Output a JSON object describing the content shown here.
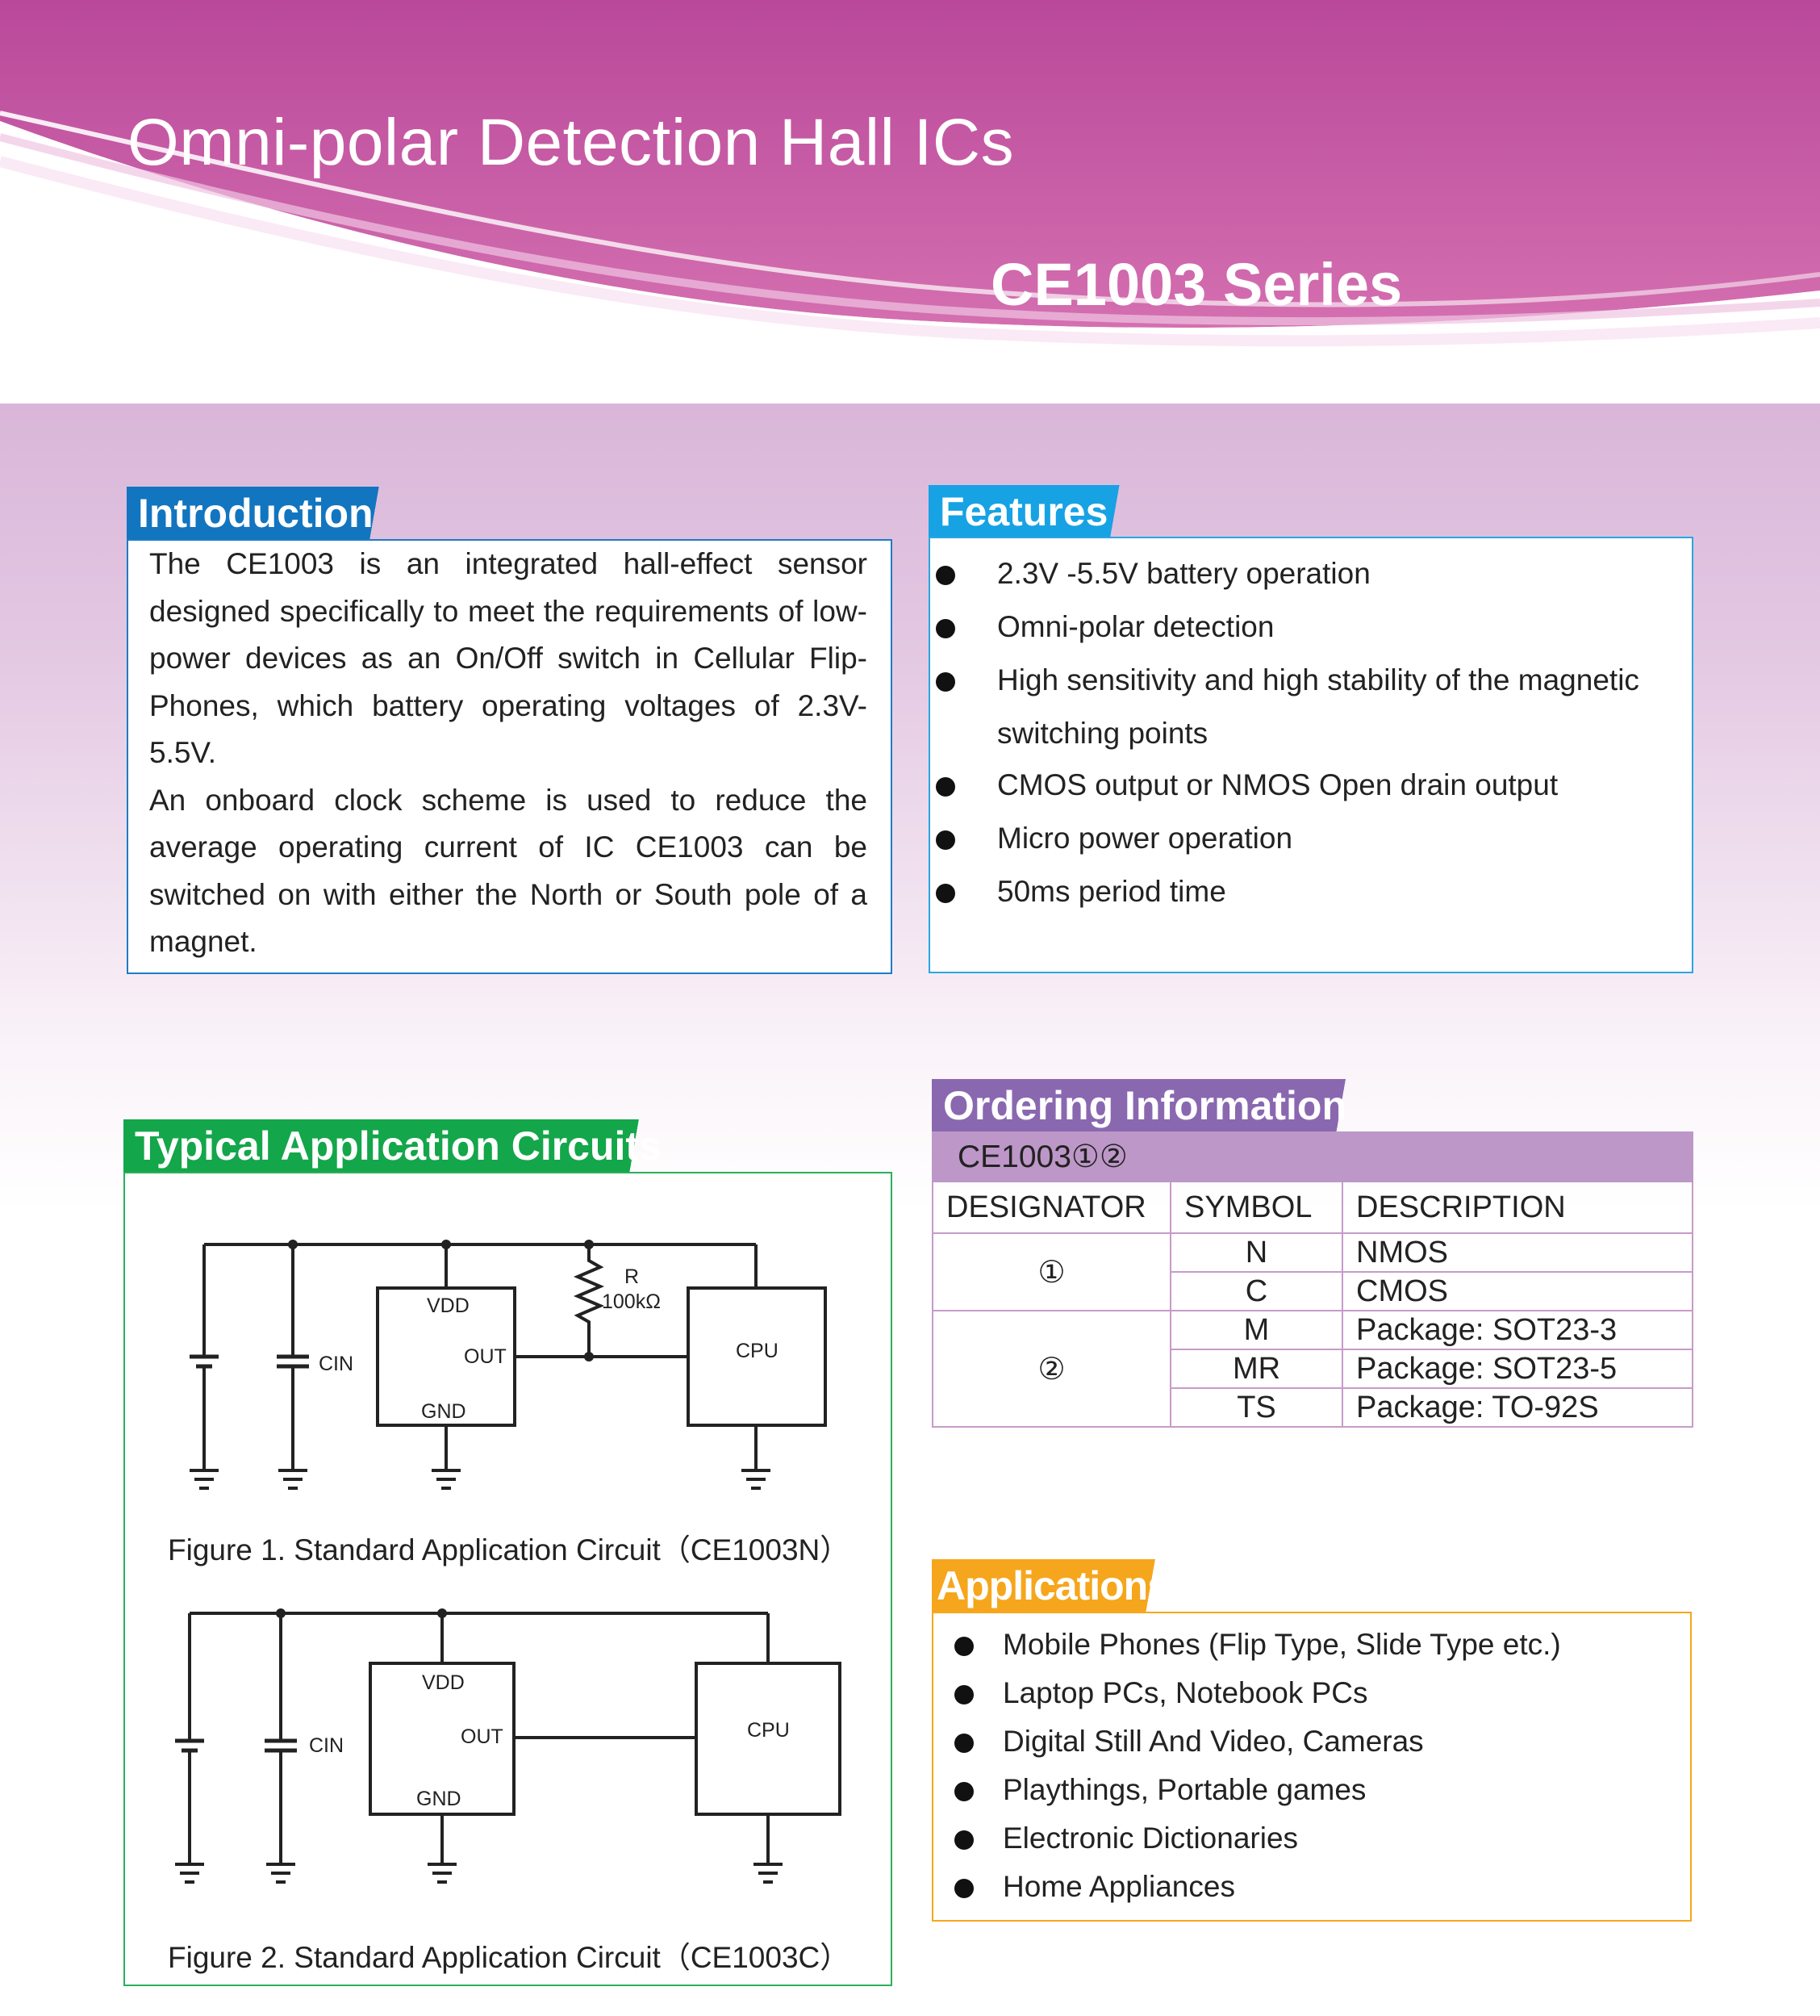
{
  "header": {
    "title": "Omni-polar Detection Hall ICs",
    "series": "CE1003 Series"
  },
  "colors": {
    "banner": "#be4f9f",
    "intro_tab": "#1275bf",
    "features_tab": "#17a2e4",
    "circuits_tab": "#14a64a",
    "ordering_tab": "#8a68b0",
    "ordering_subheader": "#bd97c8",
    "applications_tab": "#f6a61c"
  },
  "introduction": {
    "heading": "Introduction",
    "paragraph1": "The CE1003 is an integrated hall-effect sensor designed specifically to meet the requirements of low-power devices as an On/Off switch in Cellular Flip-Phones, which battery operating voltages of 2.3V-5.5V.",
    "paragraph2": "An onboard clock scheme is used to reduce the average operating current of IC CE1003 can be switched on with either the North or South pole of a magnet."
  },
  "features": {
    "heading": "Features",
    "items": [
      "2.3V -5.5V battery operation",
      "Omni-polar detection",
      "High sensitivity and high stability of the magnetic",
      "switching points",
      "CMOS output or NMOS Open drain output",
      "Micro power operation",
      "50ms period time"
    ]
  },
  "circuits": {
    "heading": "Typical Application Circuits",
    "fig1": {
      "caption": "Figure 1. Standard Application Circuit（CE1003N）",
      "cin": "CIN",
      "vdd": "VDD",
      "out": "OUT",
      "gnd": "GND",
      "cpu": "CPU",
      "r_label": "R",
      "r_value": "100kΩ"
    },
    "fig2": {
      "caption": "Figure 2. Standard Application Circuit（CE1003C）",
      "cin": "CIN",
      "vdd": "VDD",
      "out": "OUT",
      "gnd": "GND",
      "cpu": "CPU"
    }
  },
  "ordering": {
    "heading": "Ordering Information",
    "part": "CE1003①②",
    "columns": [
      "DESIGNATOR",
      "SYMBOL",
      "DESCRIPTION"
    ],
    "groups": [
      {
        "designator": "①",
        "rows": [
          [
            "N",
            "NMOS"
          ],
          [
            "C",
            "CMOS"
          ]
        ]
      },
      {
        "designator": "②",
        "rows": [
          [
            "M",
            "Package: SOT23-3"
          ],
          [
            "MR",
            "Package: SOT23-5"
          ],
          [
            "TS",
            "Package: TO-92S"
          ]
        ]
      }
    ]
  },
  "applications": {
    "heading": "Applications",
    "items": [
      "Mobile Phones (Flip Type, Slide Type etc.)",
      "Laptop PCs, Notebook PCs",
      "Digital Still And Video, Cameras",
      "Playthings, Portable games",
      "Electronic Dictionaries",
      "Home Appliances"
    ]
  }
}
